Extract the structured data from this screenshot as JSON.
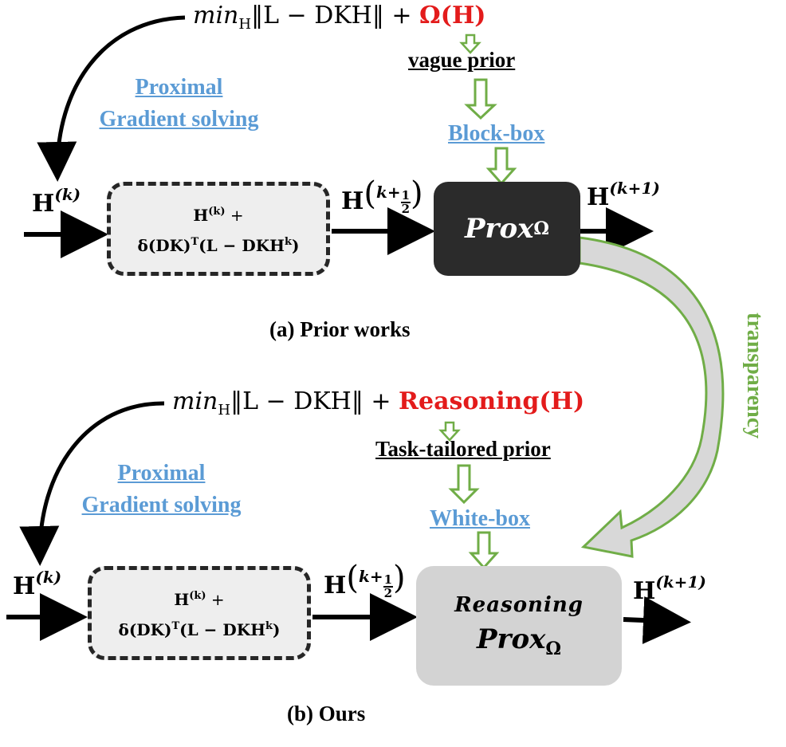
{
  "panel_a": {
    "formula_min": "min",
    "formula_sub": "H",
    "formula_body": "‖L − DKH‖ + ",
    "formula_reg": "Ω(H)",
    "prior_label": "vague prior",
    "proximal_line1": "Proximal",
    "proximal_line2": "Gradient solving",
    "box_label": "Block-box",
    "h_in": "H",
    "h_in_sup": "(k)",
    "grad_line1_base": "H",
    "grad_line1_sup": "(k)",
    "grad_line1_tail": " +",
    "grad_line2_pre": "δ(DK)",
    "grad_line2_sup1": "T",
    "grad_line2_mid": "(L − DKH",
    "grad_line2_sup2": "k",
    "grad_line2_tail": ")",
    "h_half": "H",
    "h_half_k": "k+",
    "h_half_num": "1",
    "h_half_den": "2",
    "prox_base": "Prox",
    "prox_sub": "Ω",
    "h_out": "H",
    "h_out_sup": "(k+1)",
    "caption": "(a) Prior works"
  },
  "transparency_label": "transparency",
  "panel_b": {
    "formula_min": "min",
    "formula_sub": "H",
    "formula_body": "‖L − DKH‖ + ",
    "formula_reg": "Reasoning(H)",
    "prior_label": "Task-tailored prior",
    "proximal_line1": "Proximal",
    "proximal_line2": "Gradient solving",
    "box_label": "White-box",
    "h_in": "H",
    "h_in_sup": "(k)",
    "grad_line1_base": "H",
    "grad_line1_sup": "(k)",
    "grad_line1_tail": " +",
    "grad_line2_pre": "δ(DK)",
    "grad_line2_sup1": "T",
    "grad_line2_mid": "(L − DKH",
    "grad_line2_sup2": "k",
    "grad_line2_tail": ")",
    "h_half": "H",
    "h_half_k": "k+",
    "h_half_num": "1",
    "h_half_den": "2",
    "prox_top": "Reasoning",
    "prox_base": "Prox",
    "prox_sub": "Ω",
    "h_out": "H",
    "h_out_sup": "(k+1)",
    "caption": "(b) Ours"
  },
  "colors": {
    "green": "#70ad47",
    "blue": "#5b9bd5",
    "red": "#e31b1b",
    "dark_box": "#2b2b2b",
    "light_box": "#d3d3d3"
  }
}
